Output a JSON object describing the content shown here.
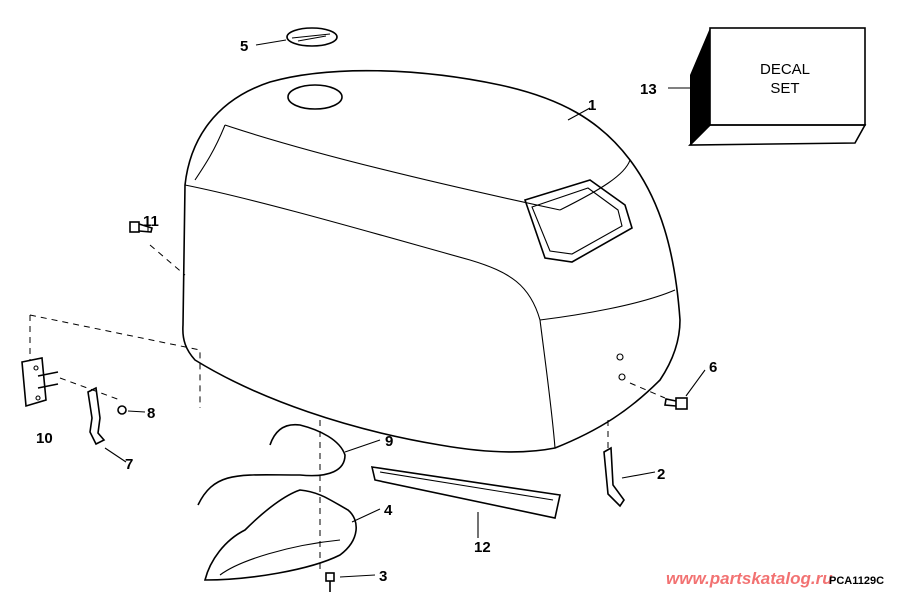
{
  "diagram": {
    "callouts": [
      "1",
      "2",
      "3",
      "4",
      "5",
      "6",
      "7",
      "8",
      "9",
      "10",
      "11",
      "12",
      "13"
    ],
    "decal_box": {
      "line1": "DECAL",
      "line2": "SET"
    },
    "figure_code": "PCA1129C",
    "watermark": "www.partskatalog.ru",
    "colors": {
      "line": "#000000",
      "watermark": "#f05a5a"
    }
  }
}
